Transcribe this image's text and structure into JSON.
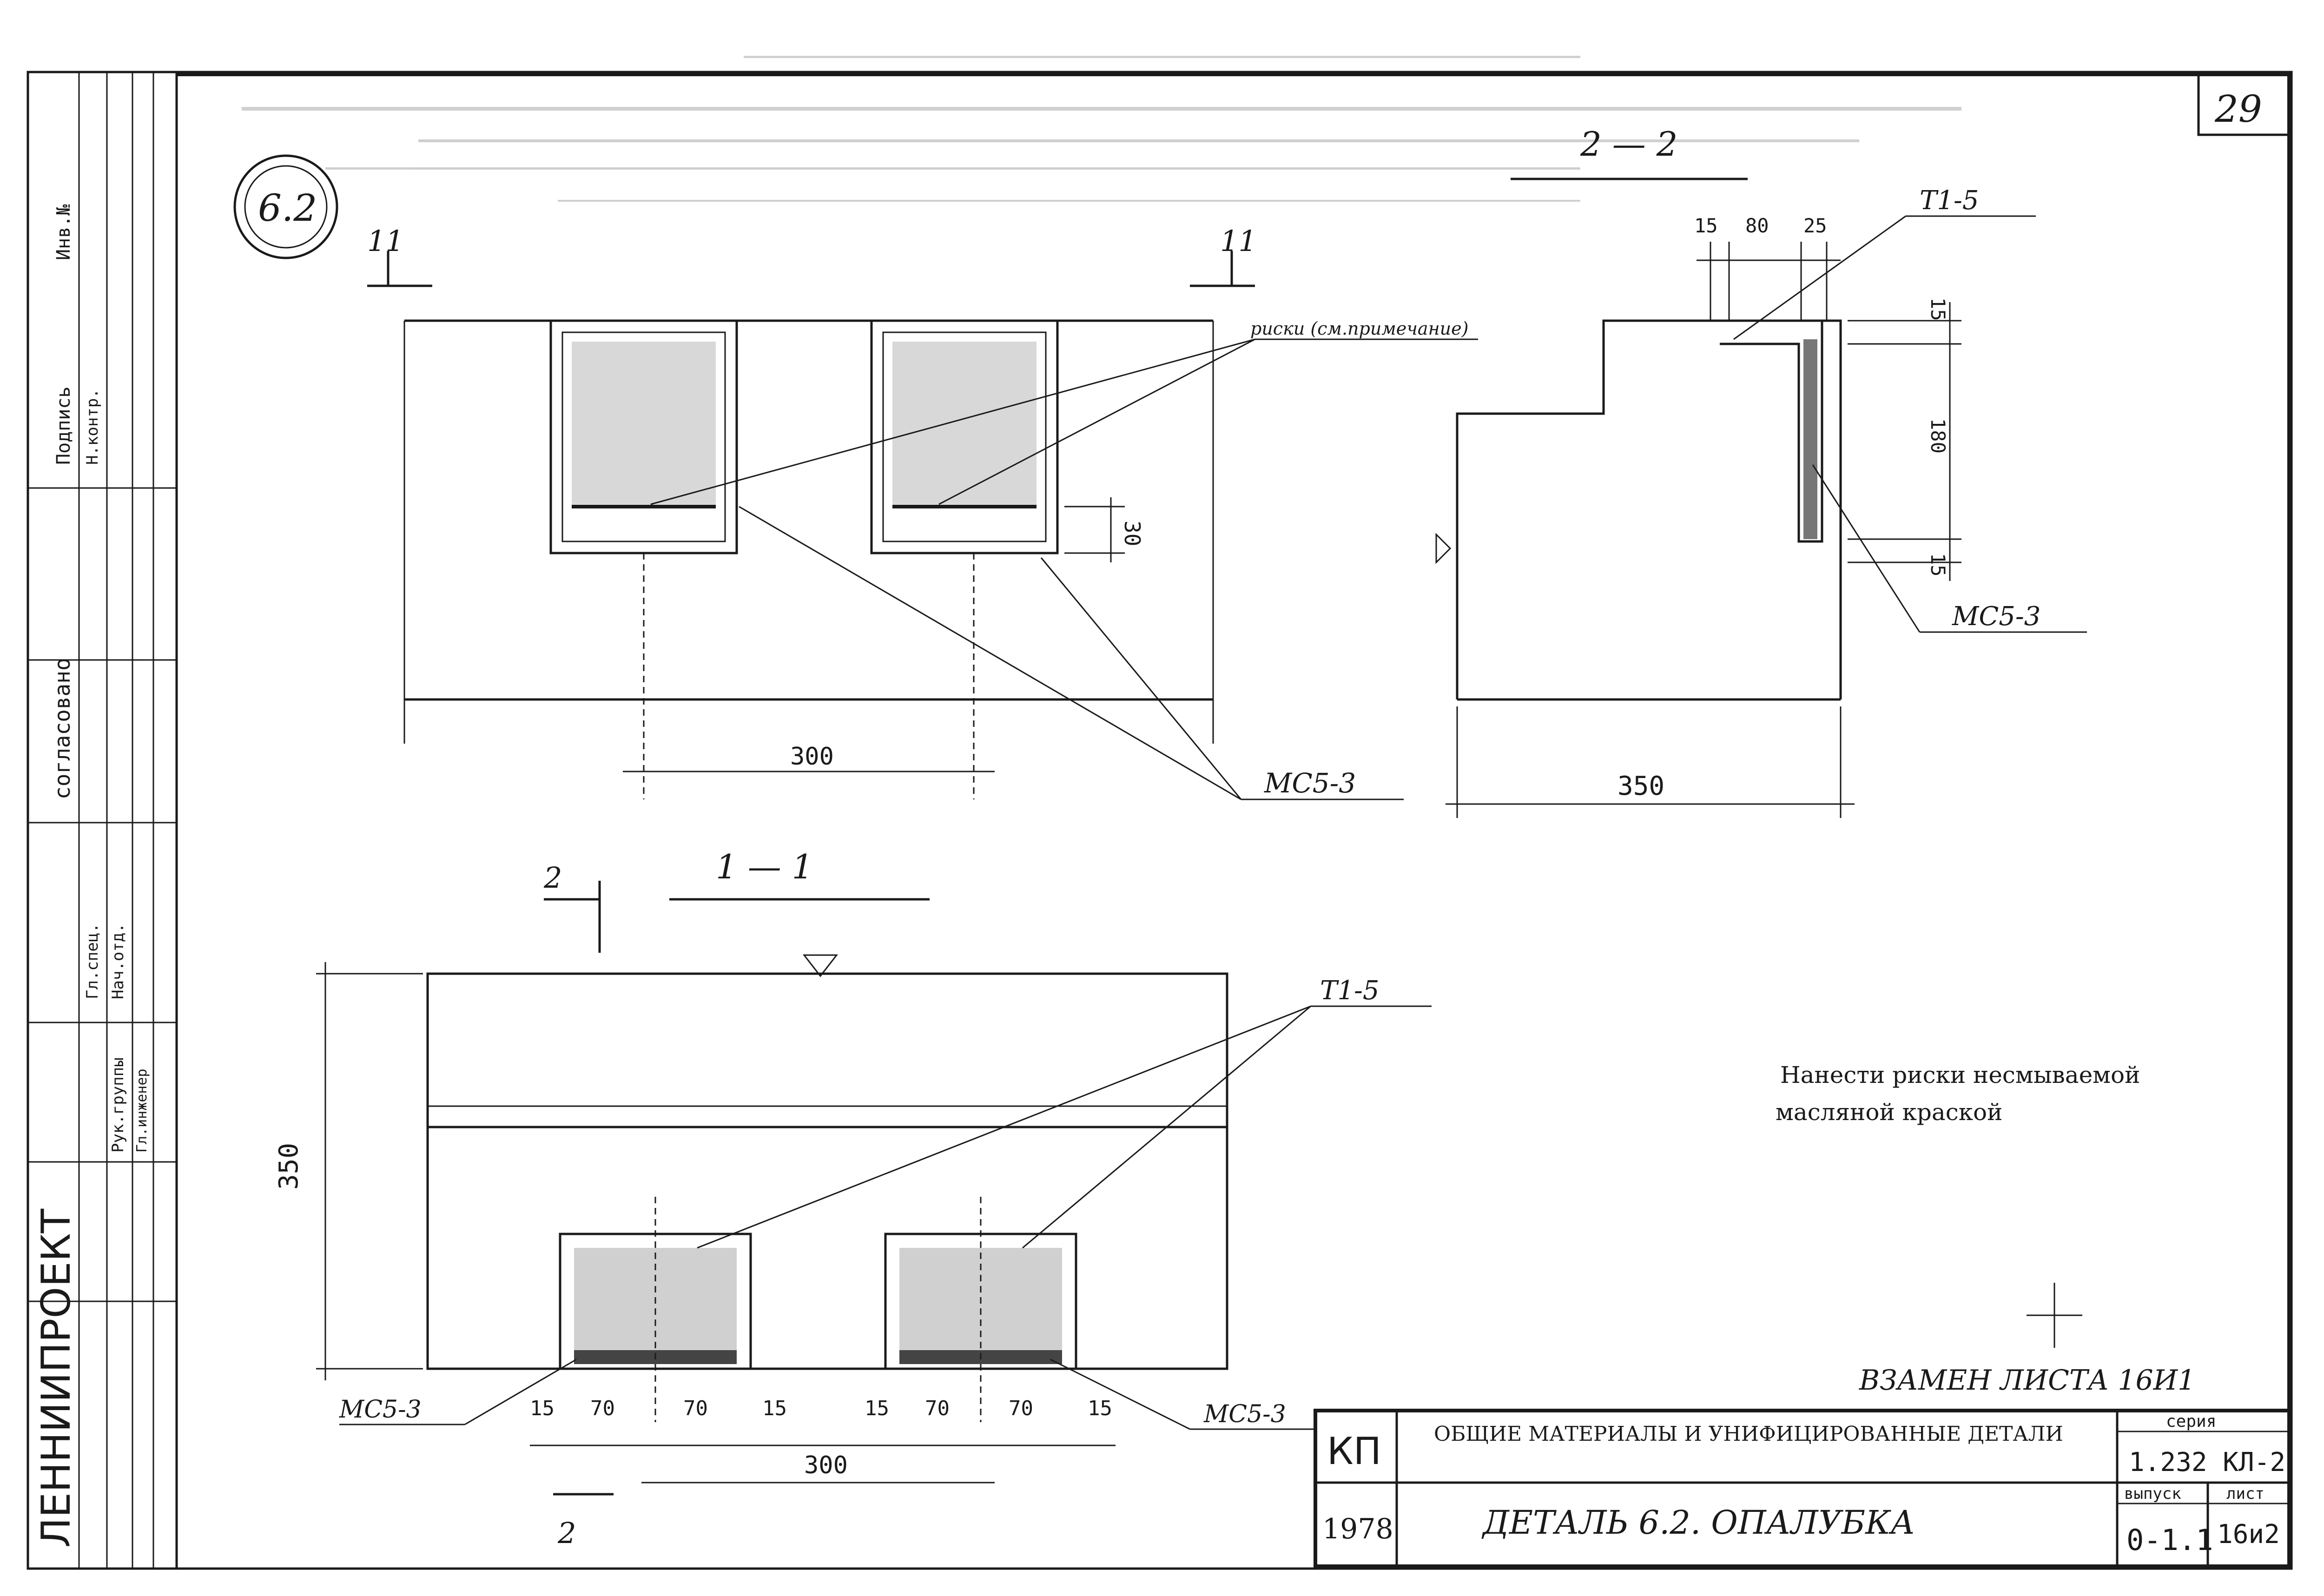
{
  "sheet": {
    "page_number": "29",
    "detail_number": "6.2",
    "replaces": "ВЗАМЕН ЛИСТА 16И1",
    "organization": "ЛЕННИИПРОЕКТ"
  },
  "section_2_2": {
    "title": "2 — 2",
    "label_t1": "T1-5",
    "label_mc": "MC5-3",
    "dims": [
      "15",
      "80",
      "25",
      "15",
      "180",
      "15",
      "350"
    ]
  },
  "elevation": {
    "section_mark": "11",
    "note_label": "риски (см.примечание)",
    "dim_30": "30",
    "dim_300": "300",
    "label_mc": "MC5-3"
  },
  "section_1_1": {
    "title": "1 — 1",
    "cut_mark": "2",
    "label_t1": "T1-5",
    "label_mc_left": "MC5-3",
    "label_mc_right": "MC5-3",
    "dim_height": "350",
    "dims_bottom": [
      "15",
      "70",
      "70",
      "15",
      "15",
      "70",
      "70",
      "15"
    ],
    "dim_300": "300"
  },
  "note": {
    "line1": "Нанести риски несмываемой",
    "line2": "масляной краской"
  },
  "title_block": {
    "org_code": "КП",
    "year": "1978",
    "heading": "ОБЩИЕ МАТЕРИАЛЫ И УНИФИЦИРОВАННЫЕ ДЕТАЛИ",
    "subtitle": "ДЕТАЛЬ 6.2. ОПАЛУБКА",
    "series_label": "серия",
    "series_value": "1.232 КЛ-2",
    "issue_label": "выпуск",
    "issue_value": "0-1.1",
    "sheet_label": "лист",
    "sheet_value": "16и2"
  },
  "side_stamp": {
    "labels": [
      "согласовано",
      "Подпись",
      "Инв.№",
      "Н.контр.",
      "Гл.спец.",
      "Рук.группы",
      "Нач.отд.",
      "Гл.инженер"
    ]
  }
}
